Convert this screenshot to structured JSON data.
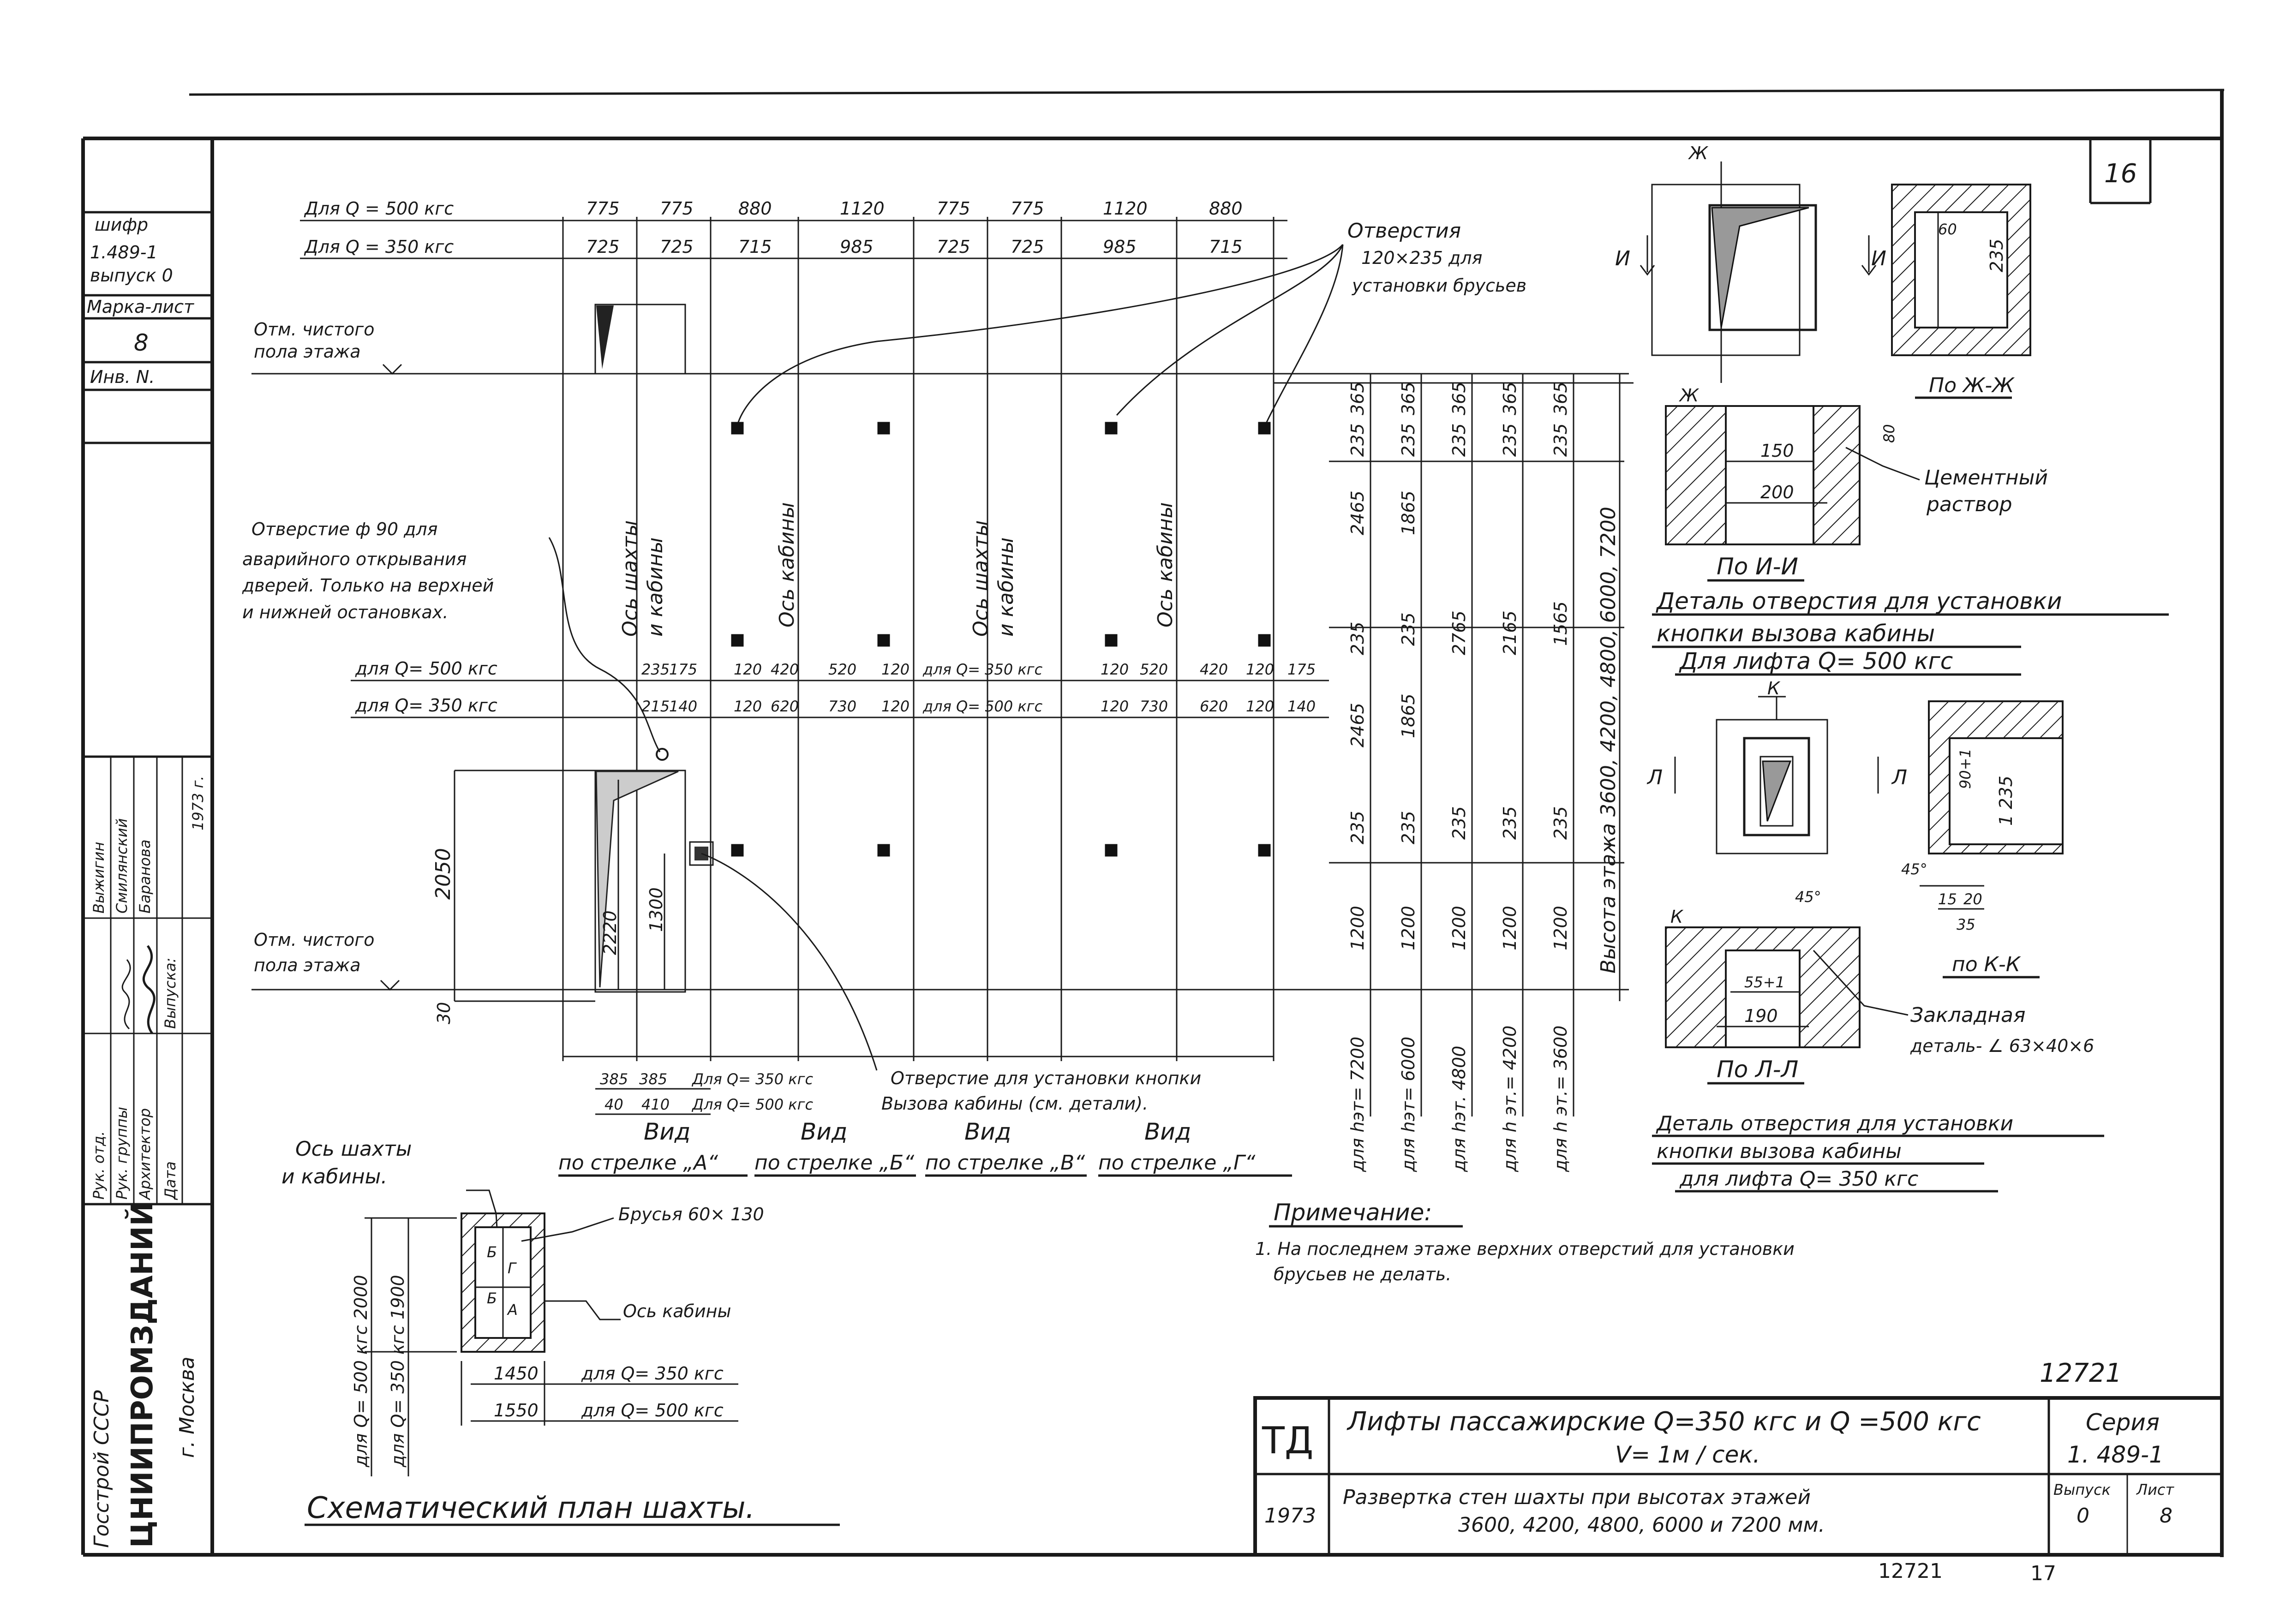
{
  "stamp": {
    "shifr_label": "шифр",
    "shifr_value": "1.489-1",
    "issue": "выпуск 0",
    "mark_list_label": "Марка-лист",
    "mark_list_value": "8",
    "inv_label": "Инв. N.",
    "roles": [
      "Рук. отд.",
      "Рук. группы",
      "Архитектор",
      "Дата"
    ],
    "names": [
      "Выжигин",
      "Смилянский",
      "Баранова",
      "Выпуска:"
    ],
    "year_side": "1973 г.",
    "org_line1": "Госстрой СССР",
    "org_line2": "ЦНИИПРОМЗДАНИЙ",
    "org_line3": "г. Москва"
  },
  "sheet_number": "16",
  "dims": {
    "row1_label": "Для Q = 500 кгс",
    "row1": [
      "775",
      "775",
      "880",
      "1120",
      "775",
      "775",
      "1120",
      "880"
    ],
    "row2_label": "Для Q = 350 кгс",
    "row2": [
      "725",
      "725",
      "715",
      "985",
      "725",
      "725",
      "985",
      "715"
    ],
    "mid1_label": "для Q= 500 кгс",
    "mid1_a": [
      "235",
      "175",
      "120",
      "420",
      "520",
      "120"
    ],
    "mid1_text": "для Q= 350 кгс",
    "mid1_b": [
      "120",
      "520",
      "420",
      "120",
      "175"
    ],
    "mid2_label": "для Q= 350 кгс",
    "mid2_a": [
      "215",
      "140",
      "120",
      "620",
      "730",
      "120"
    ],
    "mid2_text": "для Q= 500 кгс",
    "mid2_b": [
      "120",
      "730",
      "620",
      "120",
      "140"
    ],
    "bottom_a": [
      "385",
      "385"
    ],
    "bottom_a_label": "Для Q= 350 кгс",
    "bottom_b": [
      "40",
      "410"
    ],
    "bottom_b_label": "Для Q= 500 кгс",
    "door_h1": "2050",
    "door_h2": "2220",
    "door_h3": "1300",
    "door_gap": "30"
  },
  "vdims": {
    "columns": [
      {
        "values": [
          "235",
          "365",
          "2465",
          "235",
          "2465",
          "235",
          "1200"
        ],
        "caption": "для hэт= 7200"
      },
      {
        "values": [
          "235",
          "365",
          "1865",
          "235",
          "1865",
          "235",
          "1200"
        ],
        "caption": "для hэт= 6000"
      },
      {
        "values": [
          "235",
          "365",
          "2765",
          "235",
          "1200"
        ],
        "caption": "для hэт. 4800"
      },
      {
        "values": [
          "235",
          "365",
          "2165",
          "235",
          "1200"
        ],
        "caption": "для h эт.= 4200"
      },
      {
        "values": [
          "235",
          "365",
          "1565",
          "235",
          "1200"
        ],
        "caption": "для h эт.= 3600"
      }
    ],
    "height_label": "Высота этажа 3600, 4200, 4800, 6000, 7200"
  },
  "labels": {
    "floor_mark_1": "Отм. чистого",
    "floor_mark_2": "пола этажа",
    "openings_1": "Отверстия",
    "openings_2": "120×235 для",
    "openings_3": "установки брусьев",
    "axis_shaft_a": "Ось шахты",
    "axis_shaft_b": "и кабины",
    "axis_cabin": "Ось кабины",
    "emergency_1": "Отверстие ф 90 для",
    "emergency_2": "аварийного открывания",
    "emergency_3": "дверей. Только на верхней",
    "emergency_4": "и нижней остановках.",
    "button_1": "Отверстие для установки кнопки",
    "button_2": "Вызова кабины (см. детали).",
    "views": [
      {
        "line1": "Вид",
        "line2": "по стрелке „А“"
      },
      {
        "line1": "Вид",
        "line2": "по стрелке „Б“"
      },
      {
        "line1": "Вид",
        "line2": "по стрелке „В“"
      },
      {
        "line1": "Вид",
        "line2": "по стрелке „Г“"
      }
    ]
  },
  "plan": {
    "axis_1": "Ось шахты",
    "axis_2": "и кабины.",
    "beams": "Брусья 60× 130",
    "axis_cabin": "Ось кабины",
    "w1": "1450",
    "w1_label": "для Q= 350 кгс",
    "w2": "1550",
    "w2_label": "для Q= 500 кгс",
    "d1": "2000",
    "d1_label": "для Q= 500 кгс",
    "d2": "1900",
    "d2_label": "для Q= 350 кгс",
    "arrows": [
      "Б",
      "Г",
      "Б",
      "А"
    ],
    "title": "Схематический план шахты."
  },
  "details": {
    "cut_zh": "Ж",
    "cut_i": "И",
    "dim_60": "60",
    "dim_235": "235",
    "dim_150": "150",
    "dim_200": "200",
    "dim_80": "80",
    "mortar_1": "Цементный",
    "mortar_2": "раствор",
    "section_zh": "По Ж-Ж",
    "section_i": "По И-И",
    "title500_1": "Деталь отверстия для установки",
    "title500_2": "кнопки вызова кабины",
    "title500_3": "Для лифта Q= 500 кгс",
    "cut_k": "К",
    "cut_l": "Л",
    "dim_90": "90+1",
    "dim_235b": "1 235",
    "dim_45a": "45°",
    "dim_15": "15",
    "dim_20": "20",
    "dim_35": "35",
    "dim_45b": "45°",
    "dim_55": "55+1",
    "dim_190": "190",
    "section_k": "по К-К",
    "section_l": "По Л-Л",
    "embed_1": "Закладная",
    "embed_2": "деталь- ∠ 63×40×6",
    "title350_1": "Деталь отверстия для установки",
    "title350_2": "кнопки вызова кабины",
    "title350_3": "для лифта Q= 350 кгс"
  },
  "note": {
    "title": "Примечание:",
    "line1": "1. На последнем этаже верхних отверстий для установки",
    "line2": "брусьев не делать."
  },
  "title_block": {
    "code": "ТД",
    "year": "1973",
    "title_1": "Лифты пассажирские Q=350 кгс и Q =500 кгс",
    "title_2": "V= 1м / сек.",
    "subtitle_1": "Развертка стен шахты при высотах этажей",
    "subtitle_2": "3600, 4200, 4800, 6000 и 7200 мм.",
    "series_label": "Серия",
    "series_value": "1. 489-1",
    "issue_label": "Выпуск",
    "issue_value": "0",
    "sheet_label": "Лист",
    "sheet_value": "8",
    "number_top": "12721",
    "number_bottom": "12721",
    "page_bottom": "17"
  }
}
